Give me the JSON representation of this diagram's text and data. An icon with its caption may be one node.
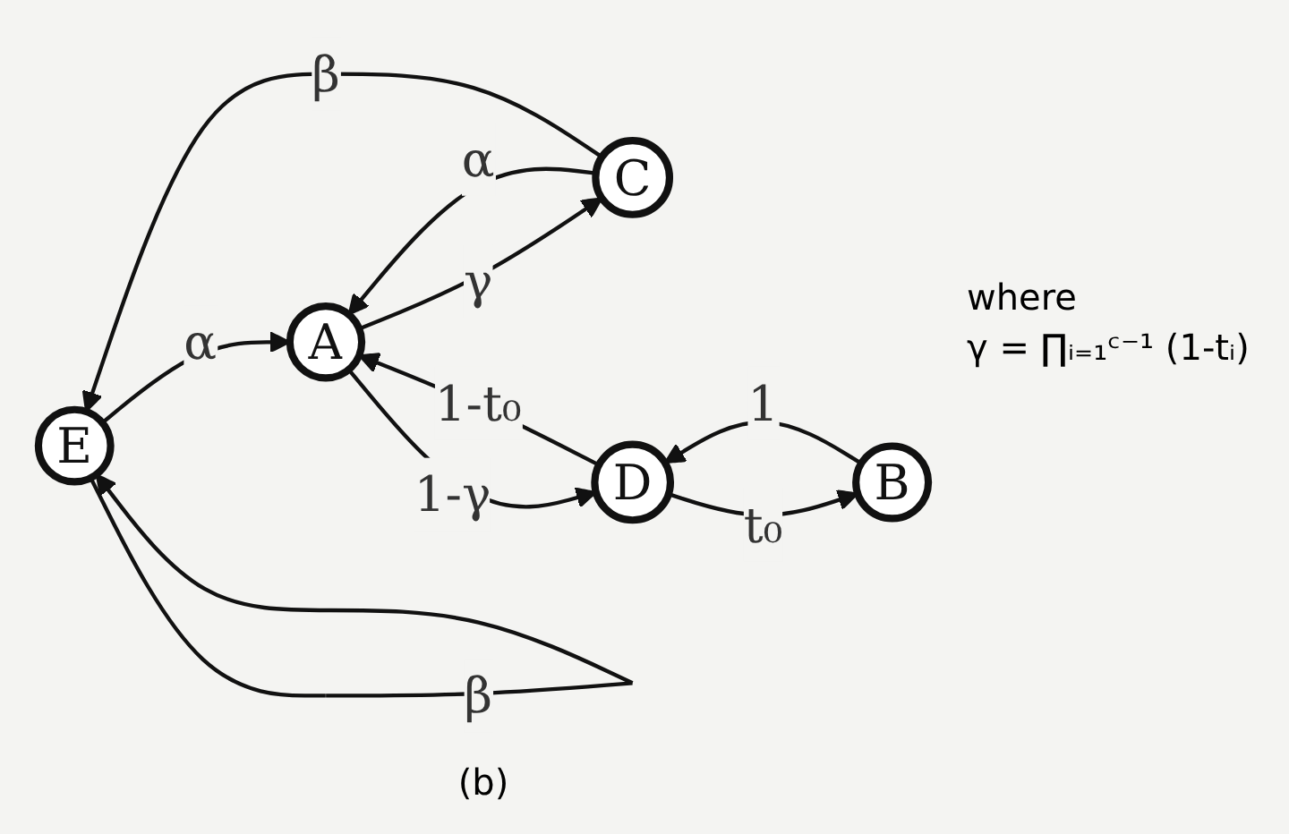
{
  "diagram": {
    "caption": "(b)",
    "nodes": [
      {
        "text": [
          "E"
        ]
      },
      {
        "text": [
          "A"
        ]
      },
      {
        "text": [
          "C"
        ]
      },
      {
        "text": [
          "B"
        ]
      },
      {
        "text": [
          "D"
        ]
      }
    ],
    "edges": [
      {
        "from": 0,
        "to": 0,
        "arrow": "to",
        "label": "β"
      },
      {
        "from": 0,
        "to": 1,
        "arrow": "to",
        "label": "α"
      },
      {
        "from": 1,
        "to": 2,
        "arrow": "to",
        "label": "γ"
      },
      {
        "from": 2,
        "to": 1,
        "arrow": "to",
        "label": "α"
      },
      {
        "from": 2,
        "to": 0,
        "arrow": "to",
        "label": "β"
      },
      {
        "from": 1,
        "to": 4,
        "arrow": "to",
        "label": "1-γ"
      },
      {
        "from": 4,
        "to": 1,
        "arrow": "to",
        "label": "1-t₀"
      },
      {
        "from": 3,
        "to": 4,
        "arrow": "to",
        "label": "1"
      },
      {
        "from": 4,
        "to": 3,
        "arrow": "to",
        "label": "t₀"
      }
    ],
    "labels": [
      "where",
      "γ = ∏ᵢ₌₁ᶜ⁻¹ (1-tᵢ)"
    ]
  }
}
